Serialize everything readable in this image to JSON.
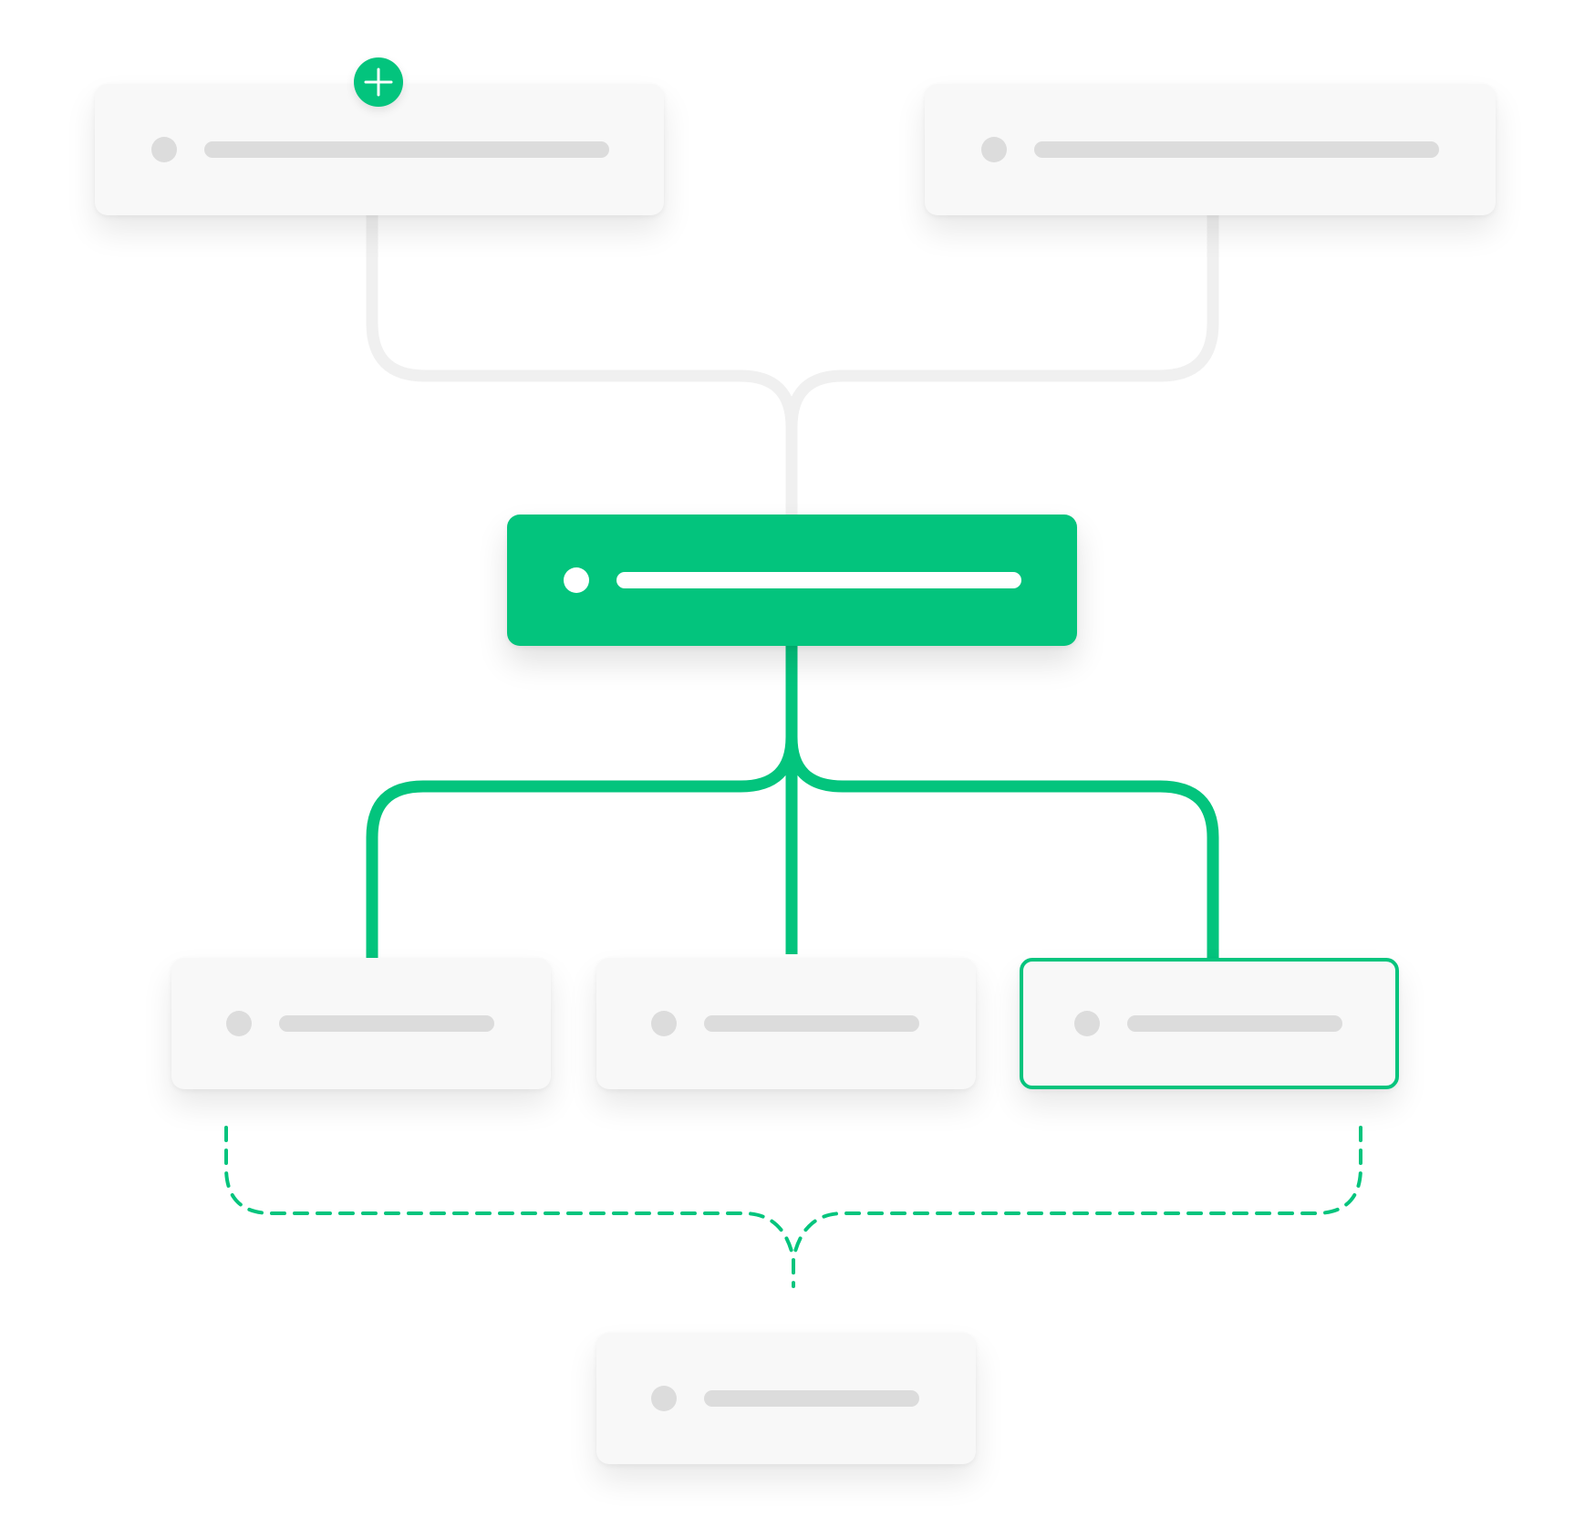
{
  "diagram": {
    "colors": {
      "accent": "#03c47d",
      "card": "#f8f8f8",
      "placeholder": "#dcdcdc",
      "inactive_connector": "#f0f0f0"
    },
    "nodes": [
      {
        "id": "top-left",
        "style": "default"
      },
      {
        "id": "top-right",
        "style": "default"
      },
      {
        "id": "center",
        "style": "primary"
      },
      {
        "id": "child-left",
        "style": "default"
      },
      {
        "id": "child-middle",
        "style": "default"
      },
      {
        "id": "child-right",
        "style": "selected"
      },
      {
        "id": "result",
        "style": "default"
      }
    ],
    "edges": [
      {
        "from": "top-left",
        "to": "center",
        "style": "inactive"
      },
      {
        "from": "top-right",
        "to": "center",
        "style": "inactive"
      },
      {
        "from": "center",
        "to": "child-left",
        "style": "active"
      },
      {
        "from": "center",
        "to": "child-middle",
        "style": "active"
      },
      {
        "from": "center",
        "to": "child-right",
        "style": "active"
      },
      {
        "from": "child-left",
        "to": "result",
        "style": "dashed"
      },
      {
        "from": "child-right",
        "to": "result",
        "style": "dashed"
      }
    ],
    "add_button": {
      "icon": "plus-icon",
      "attached_to": "top-left"
    }
  }
}
